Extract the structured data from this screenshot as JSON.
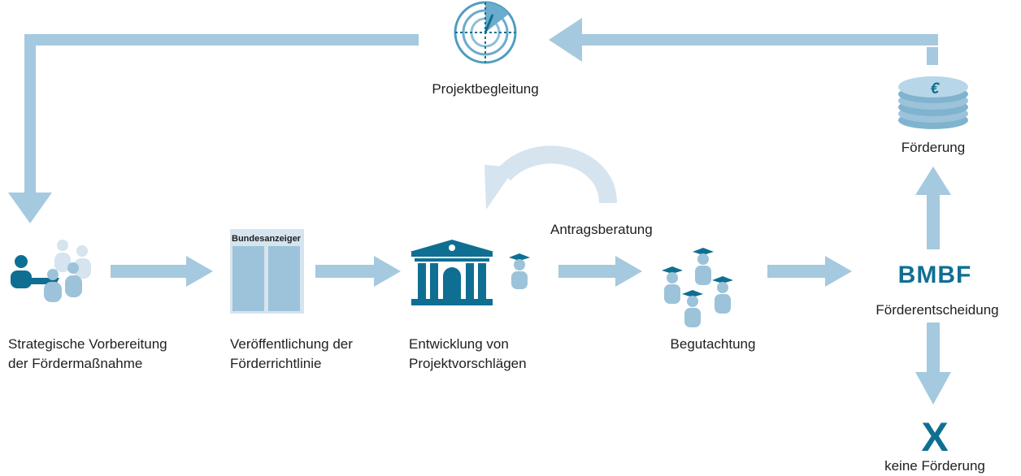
{
  "colors": {
    "arrow": "#a5c9de",
    "accent": "#0f6f93",
    "icon_light": "#9cc3d9",
    "icon_pale": "#d5e4ee",
    "text": "#1f1f1f"
  },
  "steps": {
    "strategy": [
      "Strategische Vorbereitung",
      "der Fördermaßnahme"
    ],
    "publication": [
      "Veröffentlichung der",
      "Förderrichtlinie"
    ],
    "development": [
      "Entwicklung von",
      "Projektvorschlägen"
    ],
    "review": "Begutachtung",
    "decision": "Förderentscheidung"
  },
  "newspaper_title": "Bundesanzeiger",
  "bmbf": "BMBF",
  "consulting": "Antragsberatung",
  "monitoring": "Projektbegleitung",
  "funding": "Förderung",
  "no_funding_mark": "X",
  "no_funding": "keine Förderung",
  "euro_symbol": "€",
  "icons": [
    "people-group-icon",
    "newspaper-icon",
    "university-icon",
    "graduate-icon",
    "reviewers-icon",
    "radar-icon",
    "coin-stack-icon",
    "cycle-arrow-icon"
  ]
}
